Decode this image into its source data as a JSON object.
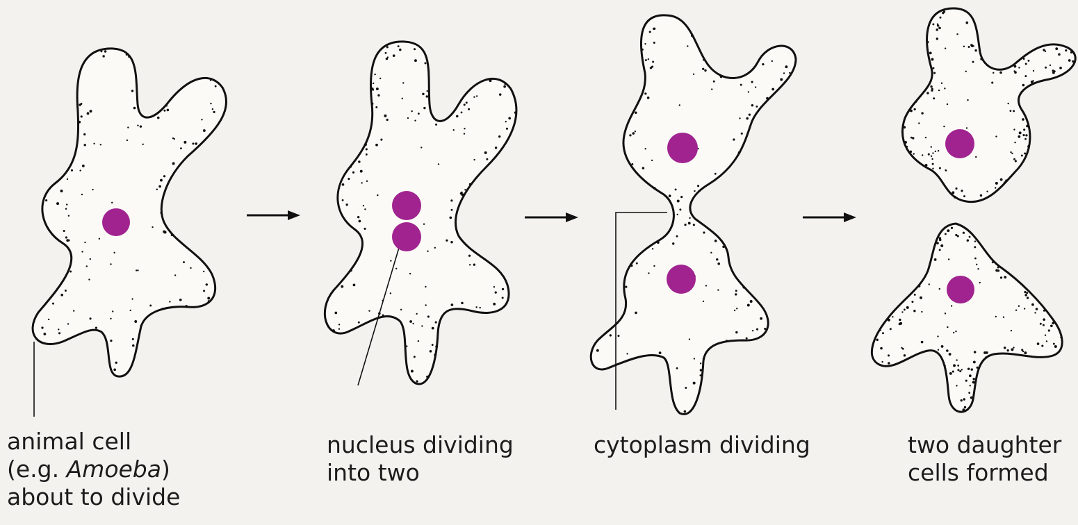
{
  "colors": {
    "background": "#f3f2ef",
    "cell_fill": "#fbfaf7",
    "outline": "#111111",
    "nucleus": "#a0238f"
  },
  "stages": [
    {
      "name": "animal-cell",
      "label_lines": [
        "animal cell",
        "(e.g. Amoeba)",
        "about to divide"
      ],
      "label_italic_word": "Amoeba"
    },
    {
      "name": "nucleus-dividing",
      "label_lines": [
        "nucleus dividing",
        "into two"
      ]
    },
    {
      "name": "cytoplasm-dividing",
      "label_lines": [
        "cytoplasm dividing"
      ]
    },
    {
      "name": "daughter-cells",
      "label_lines": [
        "two daughter",
        "cells formed"
      ]
    }
  ]
}
